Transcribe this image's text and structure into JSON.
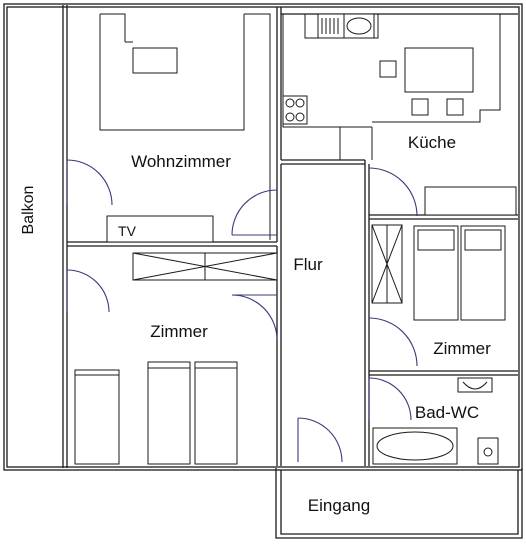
{
  "rooms": {
    "balkon": "Balkon",
    "wohnzimmer": "Wohnzimmer",
    "tv": "TV",
    "kueche": "Küche",
    "flur": "Flur",
    "zimmer_left": "Zimmer",
    "zimmer_right": "Zimmer",
    "bad_wc": "Bad-WC",
    "eingang": "Eingang"
  }
}
